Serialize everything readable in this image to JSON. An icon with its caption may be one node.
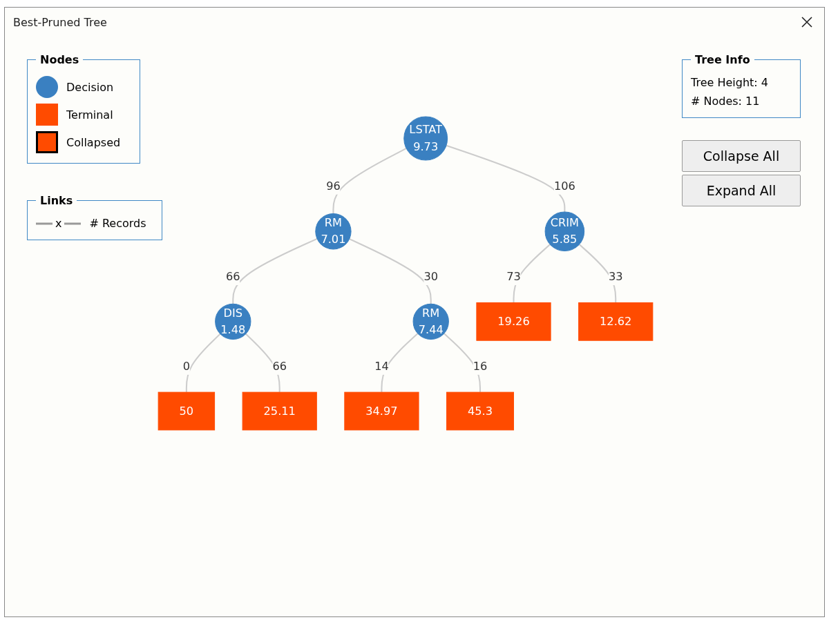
{
  "diagram": {
    "title": "Best-Pruned Tree",
    "nodes": [
      {
        "text": [
          "LSTAT",
          "9.73"
        ]
      },
      {
        "text": [
          "RM",
          "7.01"
        ]
      },
      {
        "text": [
          "CRIM",
          "5.85"
        ]
      },
      {
        "text": [
          "DIS",
          "1.48"
        ]
      },
      {
        "text": [
          "RM",
          "7.44"
        ]
      },
      {
        "text": [
          "19.26"
        ]
      },
      {
        "text": [
          "12.62"
        ]
      },
      {
        "text": [
          "50"
        ]
      },
      {
        "text": [
          "25.11"
        ]
      },
      {
        "text": [
          "34.97"
        ]
      },
      {
        "text": [
          "45.3"
        ]
      }
    ],
    "edges": [
      {
        "from": 0,
        "to": 1,
        "arrow": "none",
        "label": "96"
      },
      {
        "from": 0,
        "to": 2,
        "arrow": "none",
        "label": "106"
      },
      {
        "from": 1,
        "to": 3,
        "arrow": "none",
        "label": "66"
      },
      {
        "from": 1,
        "to": 4,
        "arrow": "none",
        "label": "30"
      },
      {
        "from": 2,
        "to": 5,
        "arrow": "none",
        "label": "73"
      },
      {
        "from": 2,
        "to": 6,
        "arrow": "none",
        "label": "33"
      },
      {
        "from": 3,
        "to": 7,
        "arrow": "none",
        "label": "0"
      },
      {
        "from": 3,
        "to": 8,
        "arrow": "none",
        "label": "66"
      },
      {
        "from": 4,
        "to": 9,
        "arrow": "none",
        "label": "14"
      },
      {
        "from": 4,
        "to": 10,
        "arrow": "none",
        "label": "16"
      }
    ],
    "labels": [
      "Nodes",
      "Links",
      "x",
      "# Records",
      "Tree Info",
      "Tree Height: 4",
      "# Nodes: 11",
      "Collapse All",
      "Expand All"
    ],
    "legend": [
      {
        "text": "Decision",
        "color": "#3a80c1"
      },
      {
        "text": "Terminal",
        "color": "#ff4b00"
      },
      {
        "text": "Collapsed",
        "color": "#ff4b00"
      }
    ]
  }
}
